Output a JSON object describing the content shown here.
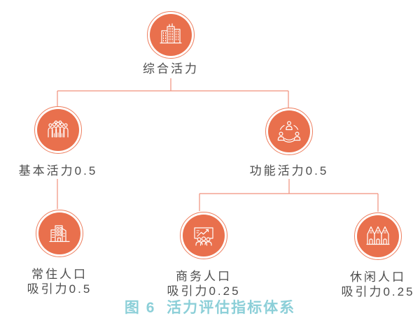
{
  "diagram": {
    "root": {
      "label": "综合活力",
      "icon": "city-buildings-icon"
    },
    "level2": [
      {
        "label": "基本活力0.5",
        "icon": "crowd-icon"
      },
      {
        "label": "功能活力0.5",
        "icon": "people-network-icon"
      }
    ],
    "level3": [
      {
        "line1": "常住人口",
        "line2": "吸引力0.5",
        "icon": "apartment-buildings-icon"
      },
      {
        "line1": "商务人口",
        "line2": "吸引力0.25",
        "icon": "presentation-chart-icon"
      },
      {
        "line1": "休闲人口",
        "line2": "吸引力0.25",
        "icon": "row-houses-icon"
      }
    ]
  },
  "caption": "图 6  活力评估指标体系",
  "colors": {
    "node_fill": "#E9704D",
    "node_ring": "#EE7E5E",
    "connector_line": "#F0907C",
    "label_text": "#4D4D4D",
    "caption_text": "#8CCFD8"
  }
}
